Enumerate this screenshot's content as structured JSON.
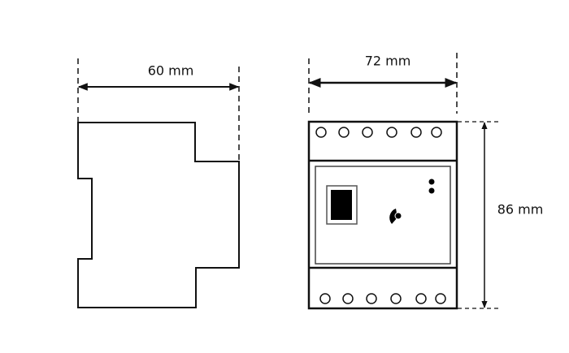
{
  "dimensions": {
    "side_width": "60 mm",
    "front_width": "72 mm",
    "front_height": "86 mm"
  },
  "front_view": {
    "top_terminal_count": 6,
    "bottom_terminal_count": 6,
    "indicator_led_count": 2
  },
  "colors": {
    "line": "#111111",
    "background": "#ffffff"
  }
}
